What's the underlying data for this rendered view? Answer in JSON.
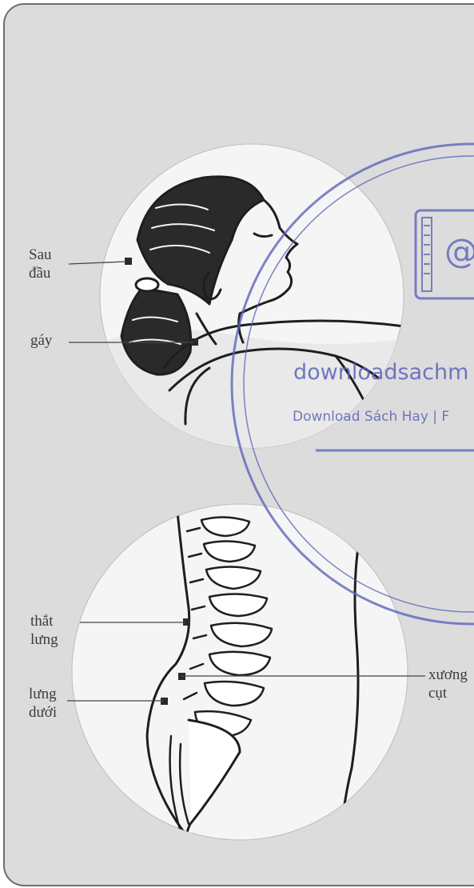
{
  "labels": {
    "sau_dau": [
      "Sau",
      "đầu"
    ],
    "gay": "gáy",
    "that_lung": [
      "thắt",
      "lưng"
    ],
    "xuong_cut": [
      "xương",
      "cụt"
    ],
    "lung_duoi": [
      "lưng",
      "dưới"
    ]
  },
  "watermark": {
    "icon_symbol": "@",
    "site": "downloadsachm",
    "tagline": "Download Sách Hay | F"
  },
  "colors": {
    "watermark": "#5b63b8",
    "panel": "#dcdcdc",
    "circle": "#f5f5f5",
    "ink": "#1e1e1e"
  }
}
